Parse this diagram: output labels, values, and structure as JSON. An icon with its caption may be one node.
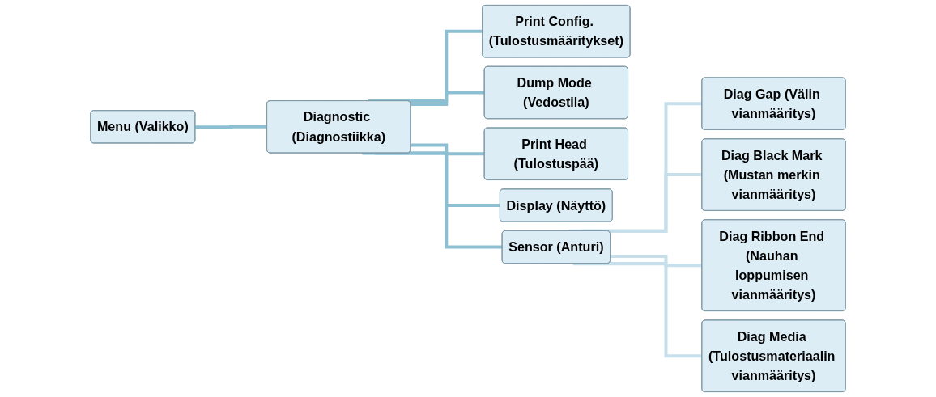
{
  "diagram": {
    "nodes": [
      {
        "text": [
          "Menu (Valikko)"
        ]
      },
      {
        "text": [
          "Diagnostic (Diagnostiikka)"
        ]
      },
      {
        "text": [
          "Print Config. (Tulostusmääritykset)"
        ]
      },
      {
        "text": [
          "Dump Mode (Vedostila)"
        ]
      },
      {
        "text": [
          "Print Head (Tulostuspää)"
        ]
      },
      {
        "text": [
          "Display (Näyttö)"
        ]
      },
      {
        "text": [
          "Sensor (Anturi)"
        ]
      },
      {
        "text": [
          "Diag Gap (Välin vianmääritys)"
        ]
      },
      {
        "text": [
          "Diag Black Mark (Mustan merkin vianmääritys)"
        ]
      },
      {
        "text": [
          "Diag Ribbon End (Nauhan loppumisen vianmääritys)"
        ]
      },
      {
        "text": [
          "Diag Media (Tulostusmateriaalin vianmääritys)"
        ]
      }
    ],
    "edges": [
      {
        "from": 0,
        "to": 1,
        "arrow": "none"
      },
      {
        "from": 1,
        "to": 2,
        "arrow": "none"
      },
      {
        "from": 1,
        "to": 3,
        "arrow": "none"
      },
      {
        "from": 1,
        "to": 4,
        "arrow": "none"
      },
      {
        "from": 1,
        "to": 5,
        "arrow": "none"
      },
      {
        "from": 1,
        "to": 6,
        "arrow": "none"
      },
      {
        "from": 6,
        "to": 7,
        "arrow": "none",
        "color": "#c6dfea"
      },
      {
        "from": 6,
        "to": 8,
        "arrow": "none",
        "color": "#c6dfea"
      },
      {
        "from": 6,
        "to": 9,
        "arrow": "none",
        "color": "#c6dfea"
      },
      {
        "from": 6,
        "to": 10,
        "arrow": "none",
        "color": "#c6dfea"
      }
    ]
  }
}
